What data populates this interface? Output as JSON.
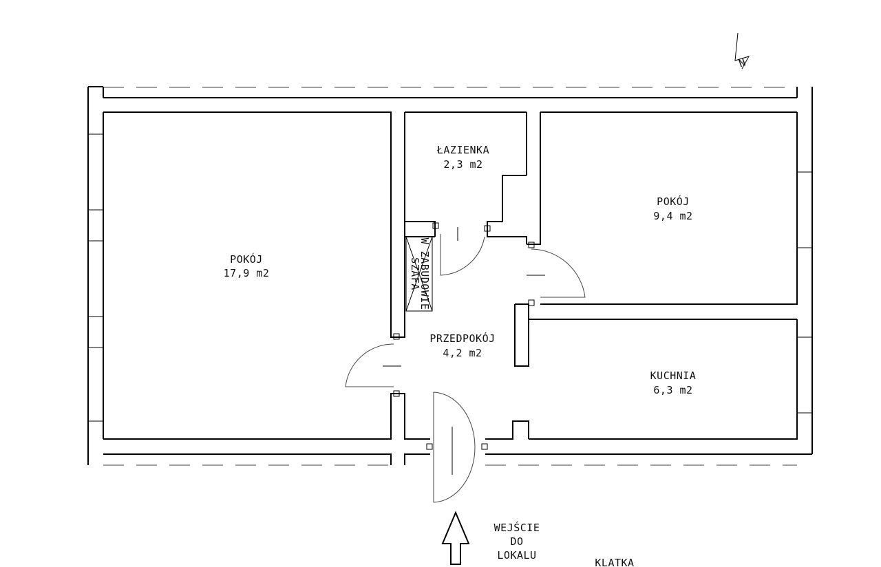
{
  "rooms": {
    "living": {
      "name": "POKÓJ",
      "area": "17,9 m2"
    },
    "bathroom": {
      "name": "ŁAZIENKA",
      "area": "2,3 m2"
    },
    "bedroom": {
      "name": "POKÓJ",
      "area": "9,4 m2"
    },
    "hall": {
      "name": "PRZEDPOKÓJ",
      "area": "4,2 m2"
    },
    "kitchen": {
      "name": "KUCHNIA",
      "area": "6,3 m2"
    }
  },
  "wardrobe": {
    "line1": "SZAFA",
    "line2": "W ZABUDOWIE"
  },
  "entrance": {
    "line1": "WEJŚCIE",
    "line2": "DO",
    "line3": "LOKALU"
  },
  "staircase": {
    "label": "KLATKA"
  },
  "north": {
    "label": "N"
  },
  "colors": {
    "wall": "#000000",
    "background": "#ffffff"
  }
}
